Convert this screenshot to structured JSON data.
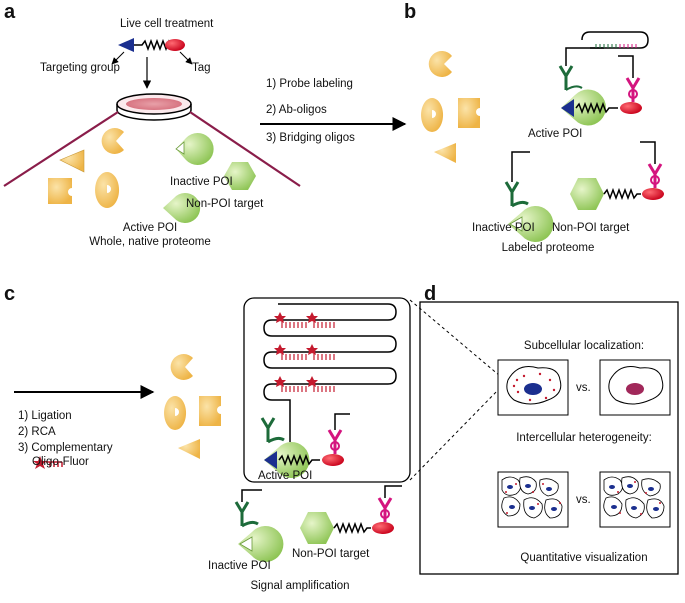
{
  "panels": {
    "a": "a",
    "b": "b",
    "c": "c",
    "d": "d"
  },
  "panel_a": {
    "live_cell_treatment": "Live cell treatment",
    "targeting_group": "Targeting group",
    "tag": "Tag",
    "inactive_poi": "Inactive POI",
    "non_poi_target": "Non-POI target",
    "active_poi": "Active POI",
    "proteome": "Whole, native proteome"
  },
  "steps_ab": [
    "1) Probe labeling",
    "2) Ab-oligos",
    "3) Bridging oligos"
  ],
  "panel_b": {
    "active_poi": "Active POI",
    "inactive_poi": "Inactive POI",
    "non_poi_target": "Non-POI target",
    "caption": "Labeled proteome"
  },
  "steps_cd": [
    "1) Ligation",
    "2) RCA",
    "3) Complementary",
    "Oligo-Fluor"
  ],
  "panel_c": {
    "active_poi": "Active POI",
    "inactive_poi": "Inactive POI",
    "non_poi_target": "Non-POI target",
    "caption": "Signal amplification"
  },
  "panel_d": {
    "subcellular": "Subcellular localization:",
    "vs": "vs.",
    "intercellular": "Intercellular heterogeneity:",
    "caption": "Quantitative visualization"
  },
  "colors": {
    "poi_green": "#a3d36b",
    "protein_orange": "#f4c15e",
    "protein_tan": "#f2d38a",
    "tag_red": "#d9001b",
    "targeting_blue": "#1b2f8f",
    "antibody_green": "#1d6b3a",
    "antibody_magenta": "#d4157f",
    "dish_maroon": "#8a1d4a",
    "fluor_red": "#c41a2e"
  }
}
